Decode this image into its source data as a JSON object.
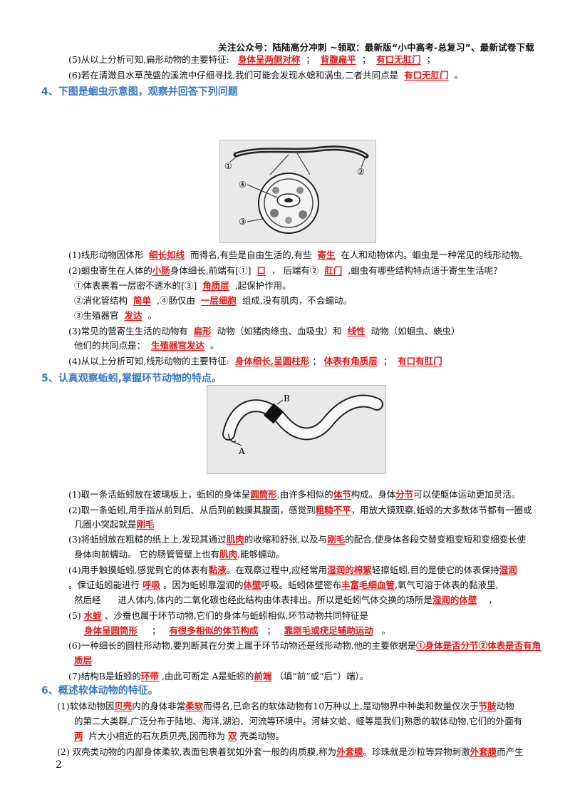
{
  "header": {
    "note": "关注公众号：陆陆高分冲刺 ~领取：最新版“小中高考-总复习”、最新试卷下载"
  },
  "sec3": {
    "q5": {
      "t1": "(5)从以上分析可知,扁形动物的主要特征:",
      "a1": "身体呈两侧对称",
      "t2": "；",
      "a2": "背腹扁平",
      "t3": "；",
      "a3": "有口无肛门",
      "t4": "；"
    },
    "q6": {
      "t1": "(6)若在清澈且水草茂盛的溪流中仔细寻找,我们可能会发现水螅和涡虫,二者共同点是",
      "a1": "有口无肛门",
      "t2": "。"
    }
  },
  "sec4": {
    "title": "4、下图是蛔虫示意图，观察并回答下列问题",
    "fig_labels": {
      "l1": "①",
      "l2": "②",
      "l3": "③",
      "l4": "④"
    },
    "q1": {
      "t1": "(1)线形动物因体形",
      "a1": "细长如线",
      "t2": "而得名,有些是自由生活的,有些",
      "a2": "寄生",
      "t3": "在人和动物体内。蛔虫是一种常见的线形动物。"
    },
    "q2": {
      "t1": "(2)蛔虫寄生在人体的",
      "a1": "小肠",
      "t2": "身体细长,前端有[①]",
      "a2": "口",
      "t3": "， 后端有②",
      "a3": "肛门",
      "t4": ",蛔虫有哪些结构特点适于寄生生活呢？"
    },
    "q2a": {
      "t1": "①体表裹着一层密不透水的[③]",
      "a1": "角质层",
      "t2": ",起保护作用。"
    },
    "q2b": {
      "t1": "②消化管结构",
      "a1": "简单",
      "t2": ",④肠仅由",
      "a2": "一层细胞",
      "t3": "组成,没有肌肉，不会蠕动。"
    },
    "q2c": {
      "t1": "③生殖器官",
      "a1": "发达",
      "t2": "。"
    },
    "q3": {
      "t1": "(3)常见的营寄生生活的动物有",
      "a1": "扁形",
      "t2": "动物（如猪肉绦虫、血吸虫）和",
      "a2": "线性",
      "t3": "动物（如蛔虫、蛲虫）"
    },
    "q3b": {
      "t1": "他们的共同点是：",
      "a1": "生殖器官发达",
      "t2": "。"
    },
    "q4": {
      "t1": "(4)从以上分析可知,线形动物的主要特征:",
      "a1": "身体细长,呈圆柱形",
      "t2": "；",
      "a2": "体表有角质层",
      "t3": "；",
      "a3": "有口有肛门",
      "t4": ""
    }
  },
  "sec5": {
    "title": "5、认真观察蚯蚓,掌握环节动物的特点。",
    "fig_labels": {
      "a": "A",
      "b": "B"
    },
    "q1": {
      "t1": "(1)取一条活蚯蚓放在玻璃板上，蚯蚓的身体呈",
      "a1": "圆筒形",
      "t2": ",由许多相似的",
      "a2": "体节",
      "t3": "构成。身体",
      "a3": "分节",
      "t4": "可以使躯体运动更加灵活。"
    },
    "q2": {
      "t1": "(2)取一条蚯蚓,用手指从前到后、从后到前触摸其腹面，感觉到",
      "a1": "粗糙不平",
      "t2": "，用放大镜观察,蚯蚓的大多数体节都有一圈或"
    },
    "q2b": {
      "t1": "几圈小突起就是",
      "a1": "刚毛",
      "t2": ""
    },
    "q3": {
      "t1": "(3)将蚯蚓放在粗糙的纸上上,发现其通过",
      "a1": "肌肉",
      "t2": "的收缩和舒张,以及与",
      "a2": "刚毛",
      "t3": "的配合,使身体各段交替变粗变短和变细变长使"
    },
    "q3b": {
      "t1": "身体向前蠕动。 它的肠管管壁上也有",
      "a1": "肌肉",
      "t2": ",能够蠕动。"
    },
    "q4": {
      "t1": "(4)用手触摸蚯蚓,感觉到它的体表有",
      "a1": "黏液",
      "t2": "。在观察过程中,应经常用",
      "a2": "湿润的棉絮",
      "t3": "轻擦蚯蚓,目的是使它的体表保持",
      "a3": "湿润"
    },
    "q4b": {
      "t1": "。保证蚯蚓能进行",
      "a1": "呼吸",
      "t2": "。因为蚯蚓靠湿润的",
      "a2": "体壁",
      "t3": "呼吸。蚯蚓体壁密布",
      "a3": "丰富毛细血管",
      "t4": ",氧气可溶于体表的黏液里,"
    },
    "q4c": {
      "t1": "然后经",
      "a1": "",
      "t2": "进人体内,体内的二氧化碳也经此结构由体表排出。所以是蚯蚓气体交换的场所是",
      "a2": "湿润的体壁",
      "t3": "，"
    },
    "q5": {
      "t1": "(5)",
      "a1": "水蛭",
      "t2": "、沙蚕也属于环节动物,它们的身体与蚯蚓相似,环节动物共同特征是"
    },
    "q5b": {
      "a1": "身体呈圆筒形",
      "t1": "；",
      "a2": "有很多相似的体节构成",
      "t2": "；",
      "a3": "靠刚毛或疣足辅助运动",
      "t3": "。"
    },
    "q6": {
      "t1": "(6)一种细长的圆柱形动物,要判断其在分类上属于环节动物还是线形动物,他的主要依据是",
      "a1": "①身体是否分节②体表是否有角"
    },
    "q6b": {
      "a1": "质层"
    },
    "q7": {
      "t1": "(7)结构B是蚯蚓的",
      "a1": "环带",
      "t2": ",由此可断定 A是蚯蚓的",
      "a2": "前端",
      "t3": "（填“前”或“后”）端）。"
    }
  },
  "sec6": {
    "title": "6、概述软体动物的特征。",
    "q1": {
      "t1": "(1)软体动物因",
      "a1": "贝壳",
      "t2": "内的身体非常",
      "a2": "柔软",
      "t3": "而得名,已命名的软体动物有10万种以上,是动物界中种类和数量仅次于",
      "a3": "节肢",
      "t4": "动物"
    },
    "q1b": {
      "t1": "的第二大类群,广泛分布于陆地、海洋,湖泊、河流等环境中。河蚌文蛤、蛏等是我们]熟悉的软体动物,它们的外面有"
    },
    "q1c": {
      "a1": "两",
      "t1": "片大小相近的石灰质贝壳,因而称为",
      "a2": "双",
      "t2": "壳类动物。"
    },
    "q2": {
      "t1": "(2) 双壳类动物的内部身体柔软,表面包裹着犹如外套一般的肉质膜,称为",
      "a1": "外套膜",
      "t2": "。珍珠就是沙粒等异物刺激",
      "a2": "外套膜",
      "t3": "而产生"
    }
  },
  "page_number": "2"
}
